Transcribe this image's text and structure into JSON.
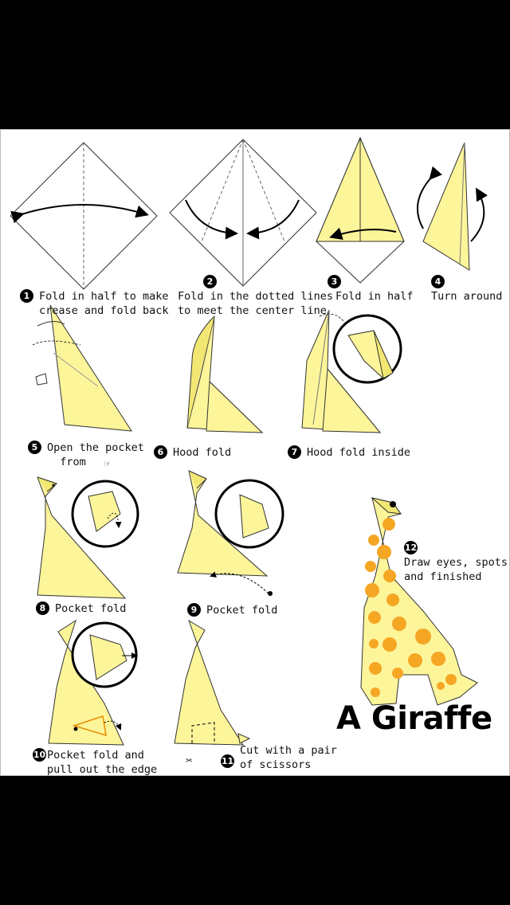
{
  "title": "A Giraffe",
  "steps": [
    {
      "num": "1",
      "text": "Fold in half to make\ncrease and fold back"
    },
    {
      "num": "2",
      "text": "Fold in the dotted lines\nto meet the center line"
    },
    {
      "num": "3",
      "text": "Fold in half"
    },
    {
      "num": "4",
      "text": "Turn around"
    },
    {
      "num": "5",
      "text": "Open the pocket\n  from"
    },
    {
      "num": "6",
      "text": "Hood fold"
    },
    {
      "num": "7",
      "text": "Hood fold inside"
    },
    {
      "num": "8",
      "text": "Pocket fold"
    },
    {
      "num": "9",
      "text": "Pocket fold"
    },
    {
      "num": "10",
      "text": "Pocket fold and\npull out the edge"
    },
    {
      "num": "11",
      "text": "Cut with a pair\nof scissors"
    },
    {
      "num": "12",
      "text": "Draw eyes, spots\nand finished"
    }
  ],
  "colors": {
    "paper": "#fdf59a",
    "paper_dark": "#f2e773",
    "spots": "#f5a623",
    "outline": "#444444"
  }
}
